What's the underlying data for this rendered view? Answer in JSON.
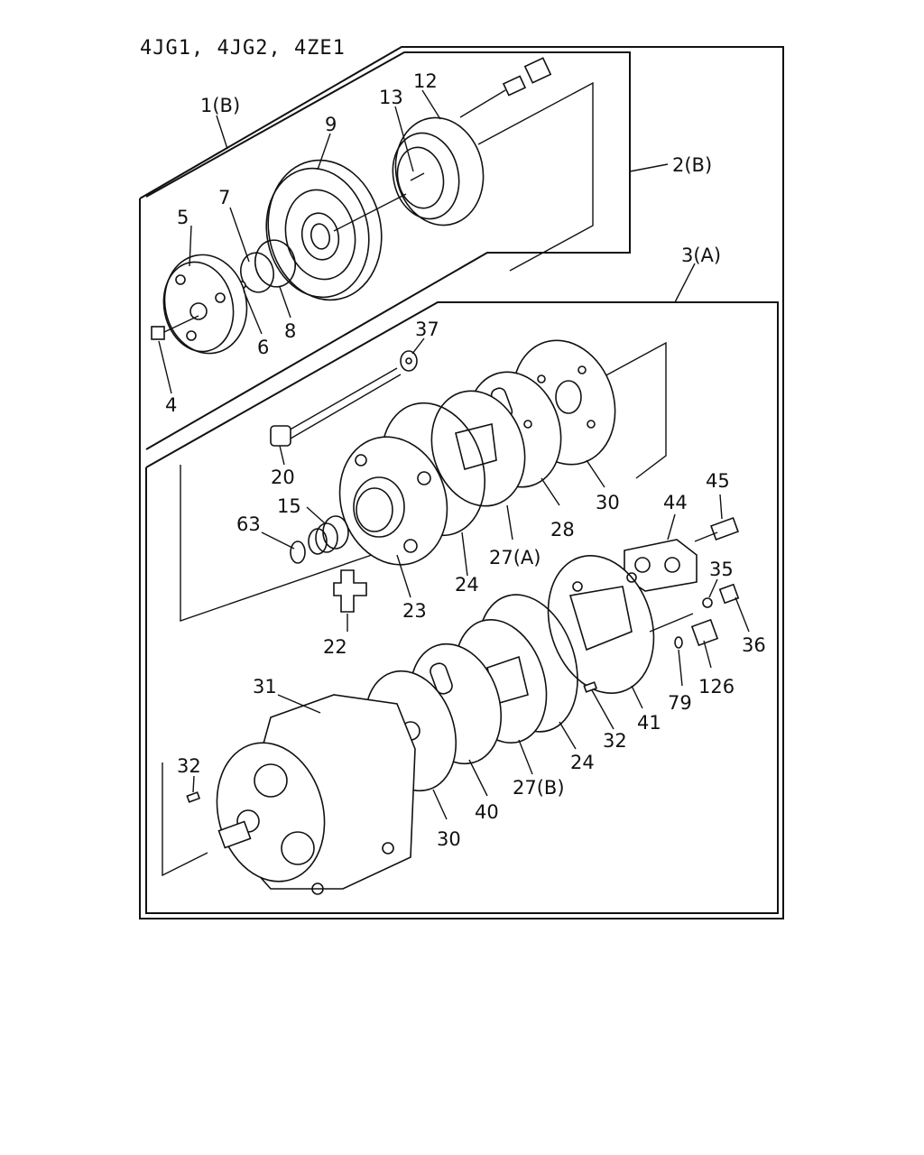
{
  "title": "4JG1, 4JG2, 4ZE1",
  "groups": {
    "g1": "1(B)",
    "g2": "2(B)",
    "g3": "3(A)"
  },
  "labels": {
    "p4": "4",
    "p5": "5",
    "p6": "6",
    "p7": "7",
    "p8": "8",
    "p9": "9",
    "p12": "12",
    "p13": "13",
    "p15": "15",
    "p20": "20",
    "p22": "22",
    "p23": "23",
    "p24a": "24",
    "p24b": "24",
    "p27a": "27(A)",
    "p27b": "27(B)",
    "p28": "28",
    "p30a": "30",
    "p30b": "30",
    "p31": "31",
    "p32a": "32",
    "p32b": "32",
    "p35": "35",
    "p36": "36",
    "p37": "37",
    "p40": "40",
    "p41": "41",
    "p44": "44",
    "p45": "45",
    "p63": "63",
    "p79": "79",
    "p126": "126"
  }
}
